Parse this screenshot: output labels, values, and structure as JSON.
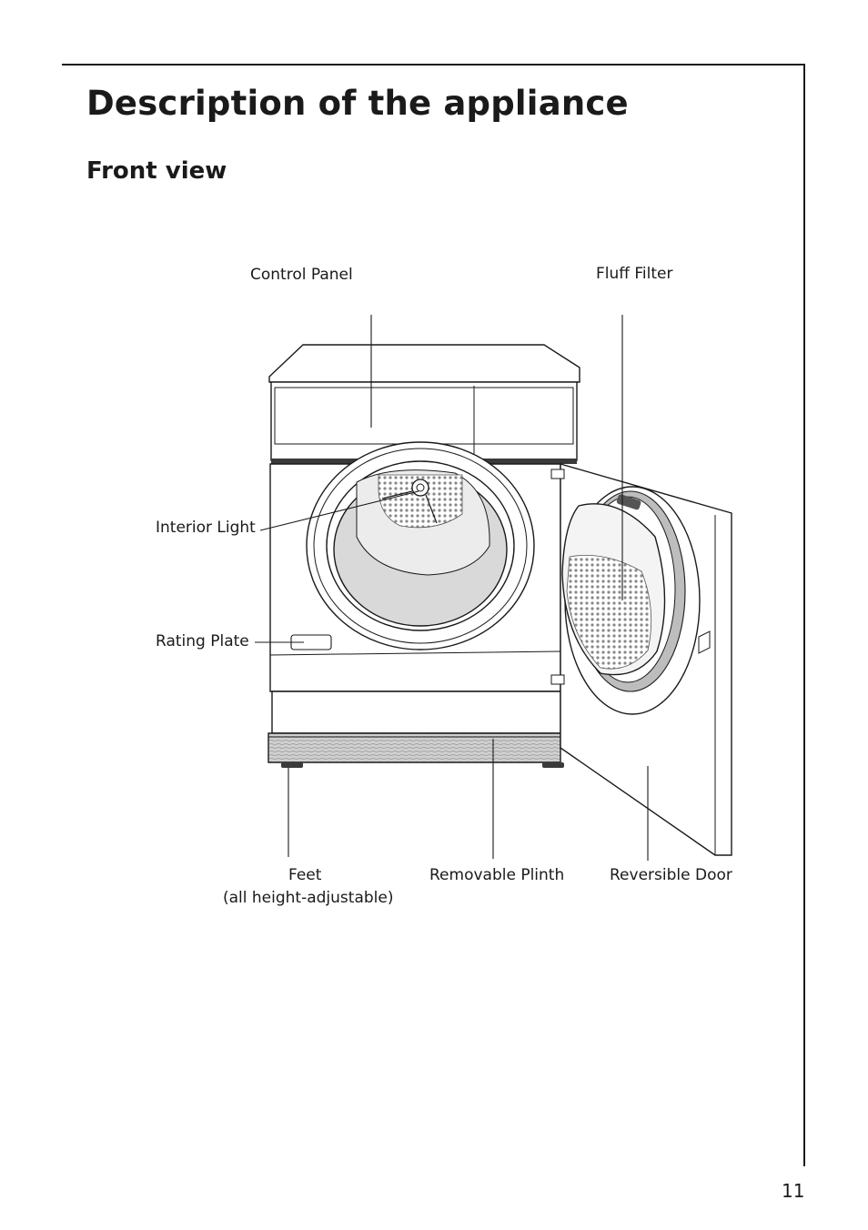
{
  "page": {
    "title": "Description of the appliance",
    "subtitle": "Front view",
    "page_number": "11"
  },
  "labels": {
    "control_panel": "Control Panel",
    "fluff_filter": "Fluff Filter",
    "interior_light": "Interior Light",
    "rating_plate": "Rating Plate",
    "feet_line1": "Feet",
    "feet_line2": "(all height-adjustable)",
    "removable_plinth": "Removable Plinth",
    "reversible_door": "Reversible Door"
  }
}
